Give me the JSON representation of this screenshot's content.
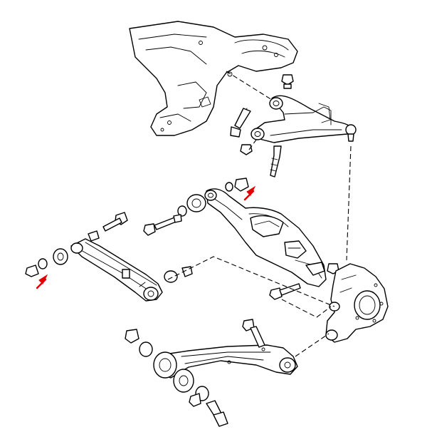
{
  "diagram": {
    "subject": "rear-suspension-exploded-view",
    "components": [
      "subframe",
      "upper-control-arm",
      "lower-control-arm",
      "lateral-link",
      "trailing-arm",
      "knuckle",
      "bushings",
      "bolts",
      "nuts",
      "washers"
    ],
    "marker_color": "#e00000",
    "line_color": "#000000"
  }
}
